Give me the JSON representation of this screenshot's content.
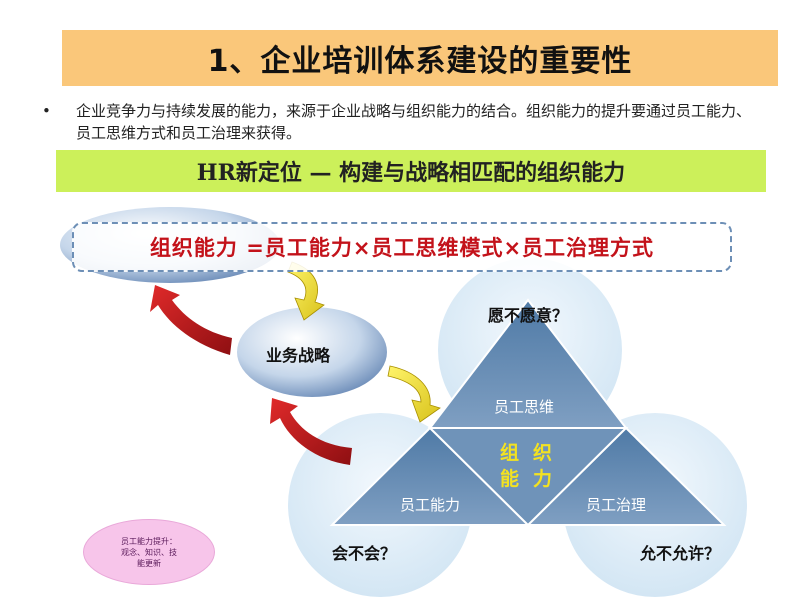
{
  "title": "1、企业培训体系建设的重要性",
  "bullet": {
    "marker": "•",
    "text": "企业竞争力与持续发展的能力，来源于企业战略与组织能力的结合。组织能力的提升要通过员工能力、员工思维方式和员工治理来获得。"
  },
  "subtitle": "HR新定位 — 构建与战略相匹配的组织能力",
  "formula": "组织能力 =员工能力×员工思维模式×员工治理方式",
  "strategy": "业务战略",
  "questions": {
    "top": "愿不愿意？",
    "left": "会不会？",
    "right": "允不允许？"
  },
  "triangle": {
    "top": "员工思维",
    "left": "员工能力",
    "right": "员工治理",
    "center_line1": "组织",
    "center_line2": "能力"
  },
  "pink_note": {
    "line1": "员工能力提升：",
    "line2": "观念、知识、技",
    "line3": "能更新"
  },
  "colors": {
    "title_bg": "#fac77a",
    "subtitle_bg": "#ccf05a",
    "formula_text": "#c3121a",
    "triangle": "#5f86ad",
    "core_text": "#f3e221",
    "circle": "#dbeaf5",
    "red_arrow": "#c3121a",
    "yellow_arrow": "#f3e221"
  }
}
